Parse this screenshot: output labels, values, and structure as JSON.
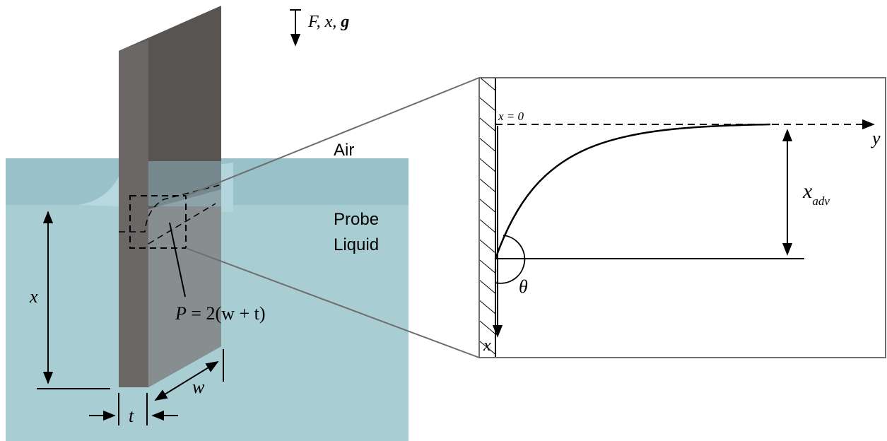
{
  "labels": {
    "force": "F, x,",
    "gravity": "g",
    "air": "Air",
    "probe": "Probe",
    "liquid": "Liquid",
    "immersion_depth": "x",
    "perimeter_P": "P",
    "perimeter_rest": "= 2(w + t)",
    "thickness": "t",
    "width": "w",
    "x_zero": "x = 0",
    "y_axis": "y",
    "x_axis": "x",
    "x_adv": "x",
    "x_adv_sub": "adv",
    "theta": "θ"
  },
  "colors": {
    "liquid_front": "#a8cdd3",
    "liquid_surface": "#8fbac4",
    "liquid_back": "#98c1ca",
    "plate_face": "#6b6766",
    "plate_side": "#575452",
    "plate_submerged": "#8c9496",
    "line": "#000000",
    "connector": "#6e6e6e"
  }
}
